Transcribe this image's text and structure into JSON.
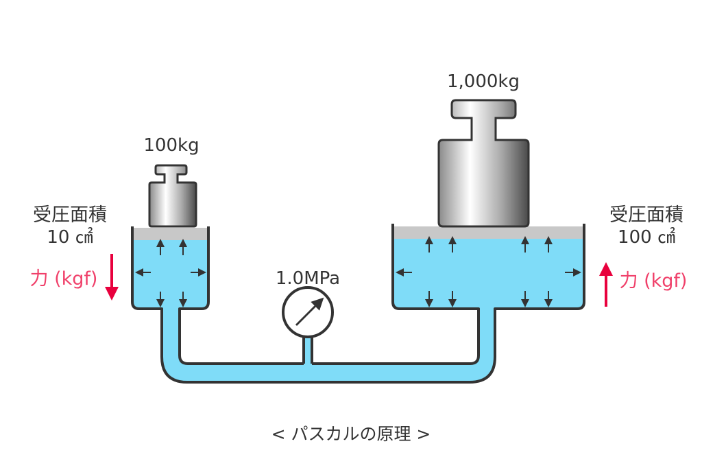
{
  "left": {
    "weight": "100kg",
    "area_label": "受圧面積",
    "area_value": "10 ㎠",
    "force_label": "力 (kgf)"
  },
  "right": {
    "weight": "1,000kg",
    "area_label": "受圧面積",
    "area_value": "100 ㎠",
    "force_label": "力 (kgf)"
  },
  "gauge": {
    "label": "1.0MPa"
  },
  "caption": "< パスカルの原理 >",
  "colors": {
    "fluid": "#7fdcf8",
    "outline": "#333333",
    "piston": "#c8c8c8",
    "force": "#e8003d",
    "force_text": "#f0406a"
  }
}
